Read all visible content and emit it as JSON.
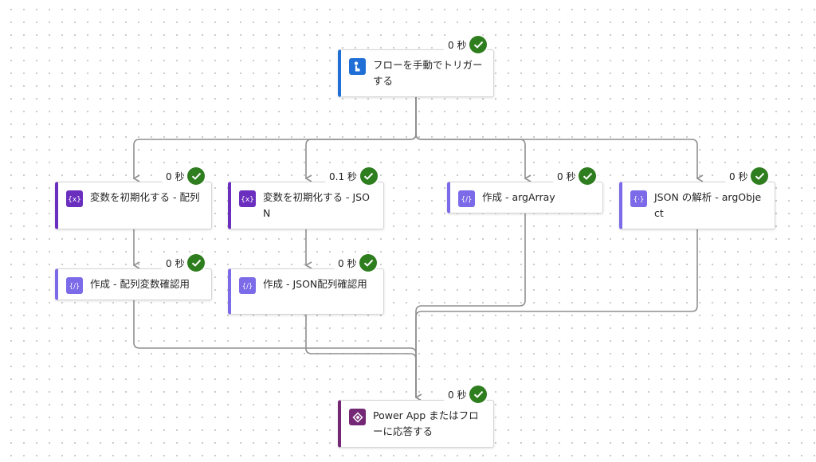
{
  "colors": {
    "trigger_accent": "#1f6fd6",
    "variable_accent": "#6b2fbf",
    "compose_accent": "#7b6be8",
    "response_accent": "#742774",
    "success": "#2e7d1e",
    "connector": "#8f8f8f"
  },
  "nodes": {
    "trigger": {
      "title": "フローを手動でトリガーする",
      "duration": "0 秒",
      "icon": "manual-trigger-icon"
    },
    "init_array": {
      "title": "変数を初期化する - 配列",
      "duration": "0 秒",
      "icon": "variable-icon"
    },
    "init_json": {
      "title": "変数を初期化する - JSON",
      "duration": "0.1 秒",
      "icon": "variable-icon"
    },
    "compose_argarray": {
      "title": "作成 - argArray",
      "duration": "0 秒",
      "icon": "compose-icon"
    },
    "parse_json": {
      "title": "JSON の解析 - argObject",
      "duration": "0 秒",
      "icon": "parse-json-icon"
    },
    "compose_array_check": {
      "title": "作成 - 配列変数確認用",
      "duration": "0 秒",
      "icon": "compose-icon"
    },
    "compose_json_check": {
      "title": "作成 - JSON配列確認用",
      "duration": "0 秒",
      "icon": "compose-icon"
    },
    "response": {
      "title": "Power App またはフローに応答する",
      "duration": "0 秒",
      "icon": "powerapps-response-icon"
    }
  }
}
